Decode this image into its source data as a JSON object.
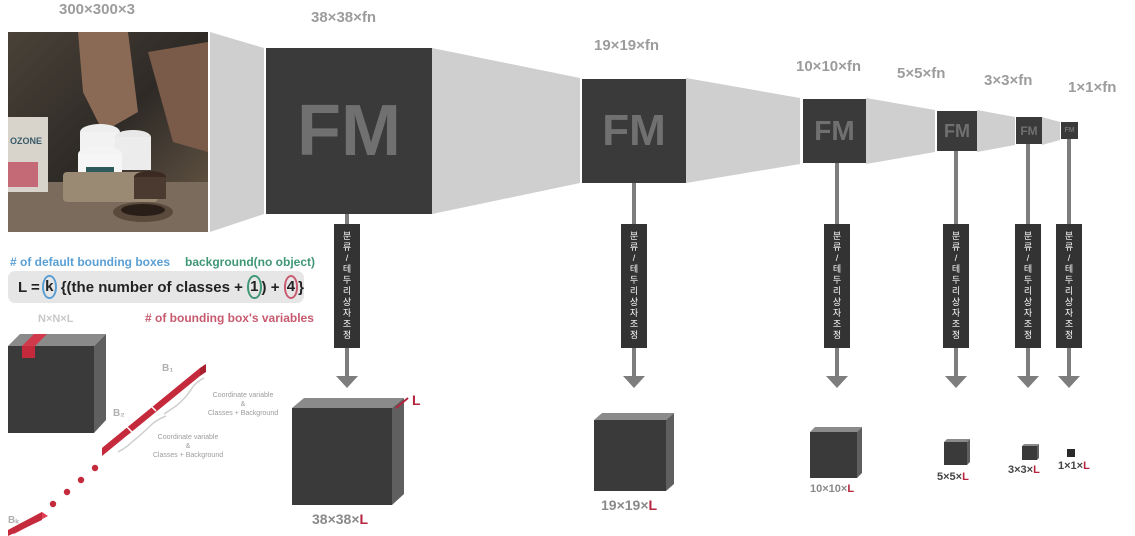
{
  "input": {
    "dims": "300×300×3"
  },
  "feature_maps": [
    {
      "dims": "38×38×fn",
      "label": "FM"
    },
    {
      "dims": "19×19×fn",
      "label": "FM"
    },
    {
      "dims": "10×10×fn",
      "label": "FM"
    },
    {
      "dims": "5×5×fn",
      "label": "FM"
    },
    {
      "dims": "3×3×fn",
      "label": "FM"
    },
    {
      "dims": "1×1×fn",
      "label": "FM"
    }
  ],
  "head_label": [
    "분",
    "류",
    "/",
    "테",
    "두",
    "리",
    "상",
    "자",
    "조",
    "정"
  ],
  "outputs": [
    {
      "dims_prefix": "38×38×",
      "dims_L": "L"
    },
    {
      "dims_prefix": "19×19×",
      "dims_L": "L"
    },
    {
      "dims_prefix": "10×10×",
      "dims_L": "L"
    },
    {
      "dims_prefix": "5×5×",
      "dims_L": "L"
    },
    {
      "dims_prefix": "3×3×",
      "dims_L": "L"
    },
    {
      "dims_prefix": "1×1×",
      "dims_L": "L"
    }
  ],
  "depth_label": "L",
  "legend": {
    "default_boxes": "# of default bounding boxes",
    "background": "background(no object)",
    "box_variables": "# of bounding box's variables"
  },
  "formula": {
    "lhs": "L = ",
    "k": "k",
    "mid": " {(the number of classes + ",
    "one": "1",
    "close": ") + ",
    "four": "4",
    "end": "}"
  },
  "nnl": "N×N×L",
  "bbox_labels": {
    "b1": "B₁",
    "b2": "B₂",
    "bk": "Bₖ"
  },
  "notes": {
    "coord1": "Coordinate variable",
    "amp1": "&",
    "cls1": "Classes + Background",
    "coord2": "Coordinate variable",
    "amp2": "&",
    "cls2": "Classes + Background"
  },
  "photo": {
    "brand": "OZONE"
  }
}
